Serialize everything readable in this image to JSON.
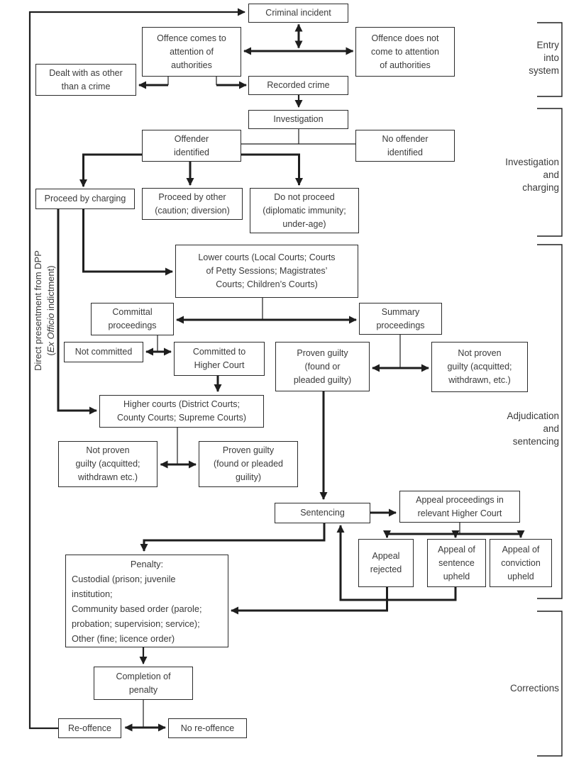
{
  "nodes": {
    "criminal_incident": "Criminal incident",
    "offence_comes": "Offence comes to\nattention of\nauthorities",
    "offence_not_come": "Offence does not\ncome to attention\nof authorities",
    "dealt_other": "Dealt with as other\nthan a crime",
    "recorded_crime": "Recorded crime",
    "investigation": "Investigation",
    "offender_identified": "Offender\nidentified",
    "no_offender": "No offender\nidentified",
    "proceed_charging": "Proceed by charging",
    "proceed_other": "Proceed by other\n(caution; diversion)",
    "do_not_proceed": "Do not proceed\n(diplomatic immunity;\nunder-age)",
    "lower_courts": "Lower courts (Local Courts; Courts\nof Petty Sessions; Magistrates’\nCourts; Children’s Courts)",
    "committal": "Committal\nproceedings",
    "summary": "Summary\nproceedings",
    "not_committed": "Not committed",
    "committed_higher": "Committed to\nHigher Court",
    "proven_guilty_summary": "Proven guilty\n(found or\npleaded guilty)",
    "not_proven_summary": "Not proven\nguilty (acquitted;\nwithdrawn, etc.)",
    "higher_courts": "Higher courts (District Courts;\nCounty Courts; Supreme Courts)",
    "not_proven_higher": "Not proven\nguilty (acquitted;\nwithdrawn etc.)",
    "proven_guilty_higher": "Proven guilty\n(found or pleaded\nguility)",
    "sentencing": "Sentencing",
    "appeal_proceedings": "Appeal proceedings in\nrelevant Higher Court",
    "appeal_rejected": "Appeal\nrejected",
    "appeal_sentence": "Appeal of\nsentence\nupheld",
    "appeal_conviction": "Appeal of\nconviction\nupheld",
    "penalty_title": "Penalty:",
    "penalty_body": "Custodial (prison; juvenile\ninstitution;\nCommunity based order (parole;\nprobation; supervision; service);\nOther (fine; licence order)",
    "completion": "Completion of\npenalty",
    "re_offence": "Re-offence",
    "no_re_offence": "No re-offence"
  },
  "side_labels": {
    "entry": "Entry\ninto\nsystem",
    "investigation_charging": "Investigation\nand\ncharging",
    "adjudication_sentencing": "Adjudication\nand\nsentencing",
    "corrections": "Corrections"
  },
  "dpp_label": {
    "line1": "Direct presentment from DPP",
    "open_paren": "(",
    "italic": "Ex Officio",
    "rest": " indictment)"
  },
  "colors": {
    "line": "#1e1e1e",
    "box_border": "#2b2b2b",
    "text": "#3a3a3a",
    "background": "#ffffff"
  }
}
